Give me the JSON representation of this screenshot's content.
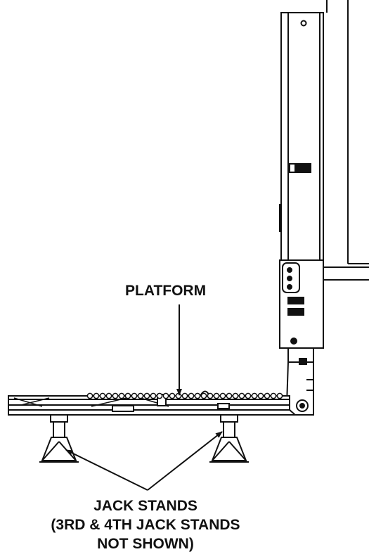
{
  "labels": {
    "platform": "PLATFORM",
    "jack_stands": [
      "JACK STANDS",
      "(3RD & 4TH JACK STANDS",
      "NOT SHOWN)"
    ]
  },
  "colors": {
    "line": "#111111",
    "background": "#ffffff"
  }
}
